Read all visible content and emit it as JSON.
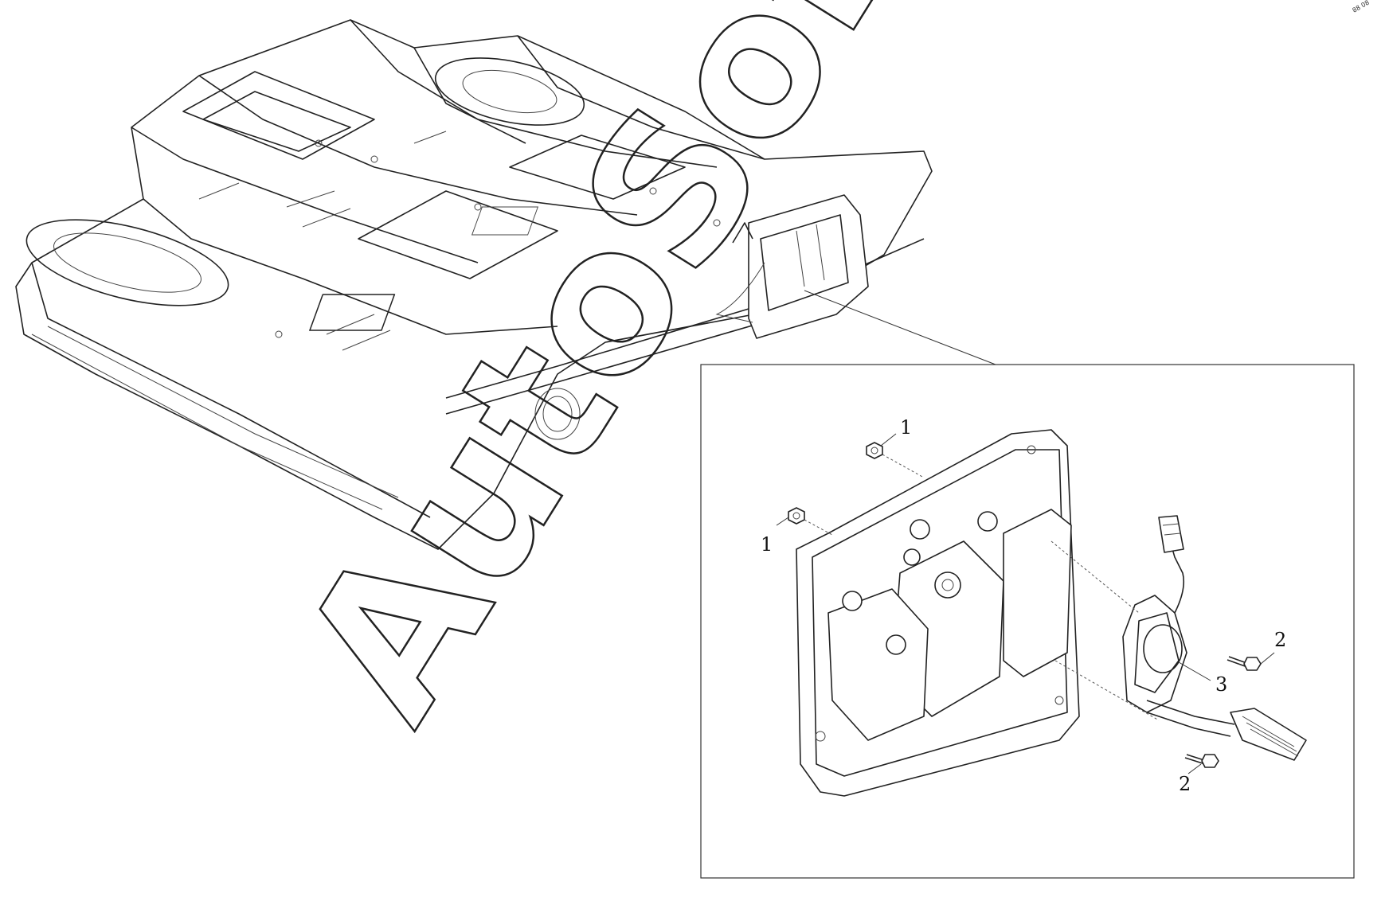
{
  "watermark": {
    "text": "AutoSoft"
  },
  "corner_mark": {
    "text": "88 08"
  },
  "callouts": {
    "nut_upper": "1",
    "nut_lower": "1",
    "bolt_upper": "2",
    "bolt_lower": "2",
    "pedal_assembly": "3"
  },
  "colors": {
    "line": "#222222",
    "background": "#ffffff"
  }
}
